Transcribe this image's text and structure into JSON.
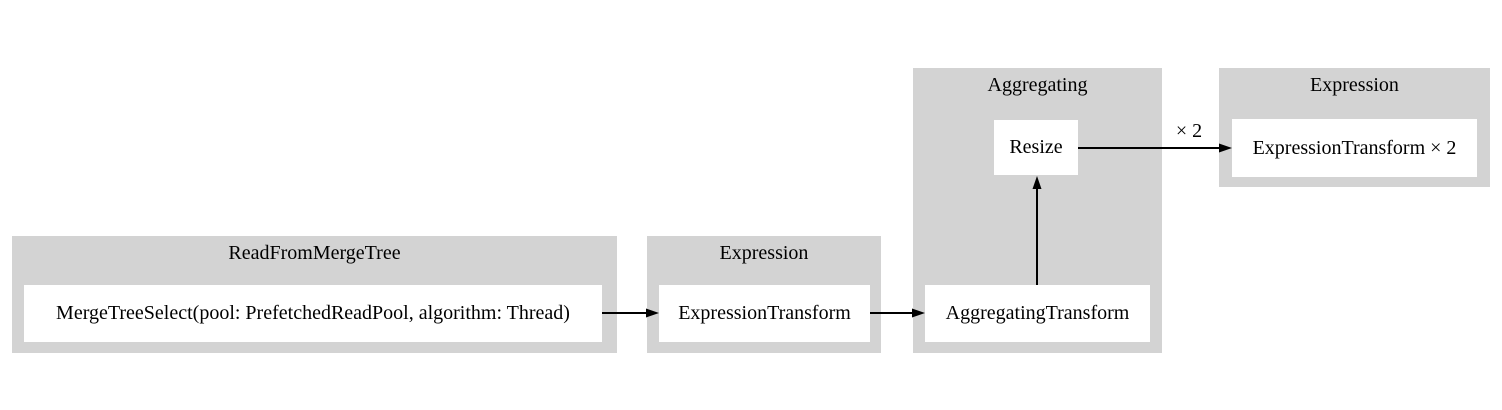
{
  "diagram": {
    "colors": {
      "background": "#ffffff",
      "cluster_fill": "#d3d3d3",
      "node_fill": "#ffffff",
      "edge": "#000000",
      "text": "#000000"
    },
    "clusters": [
      {
        "title": "ReadFromMergeTree",
        "nodes": [
          "MergeTreeSelect(pool: PrefetchedReadPool, algorithm: Thread)"
        ]
      },
      {
        "title": "Expression",
        "nodes": [
          "ExpressionTransform"
        ]
      },
      {
        "title": "Aggregating",
        "nodes": [
          "Resize",
          "AggregatingTransform"
        ]
      },
      {
        "title": "Expression",
        "nodes": [
          "ExpressionTransform × 2"
        ]
      }
    ],
    "edges": [
      {
        "from": "MergeTreeSelect(pool: PrefetchedReadPool, algorithm: Thread)",
        "to": "ExpressionTransform",
        "label": ""
      },
      {
        "from": "ExpressionTransform",
        "to": "AggregatingTransform",
        "label": ""
      },
      {
        "from": "AggregatingTransform",
        "to": "Resize",
        "label": ""
      },
      {
        "from": "Resize",
        "to": "ExpressionTransform × 2",
        "label": "× 2"
      }
    ]
  }
}
